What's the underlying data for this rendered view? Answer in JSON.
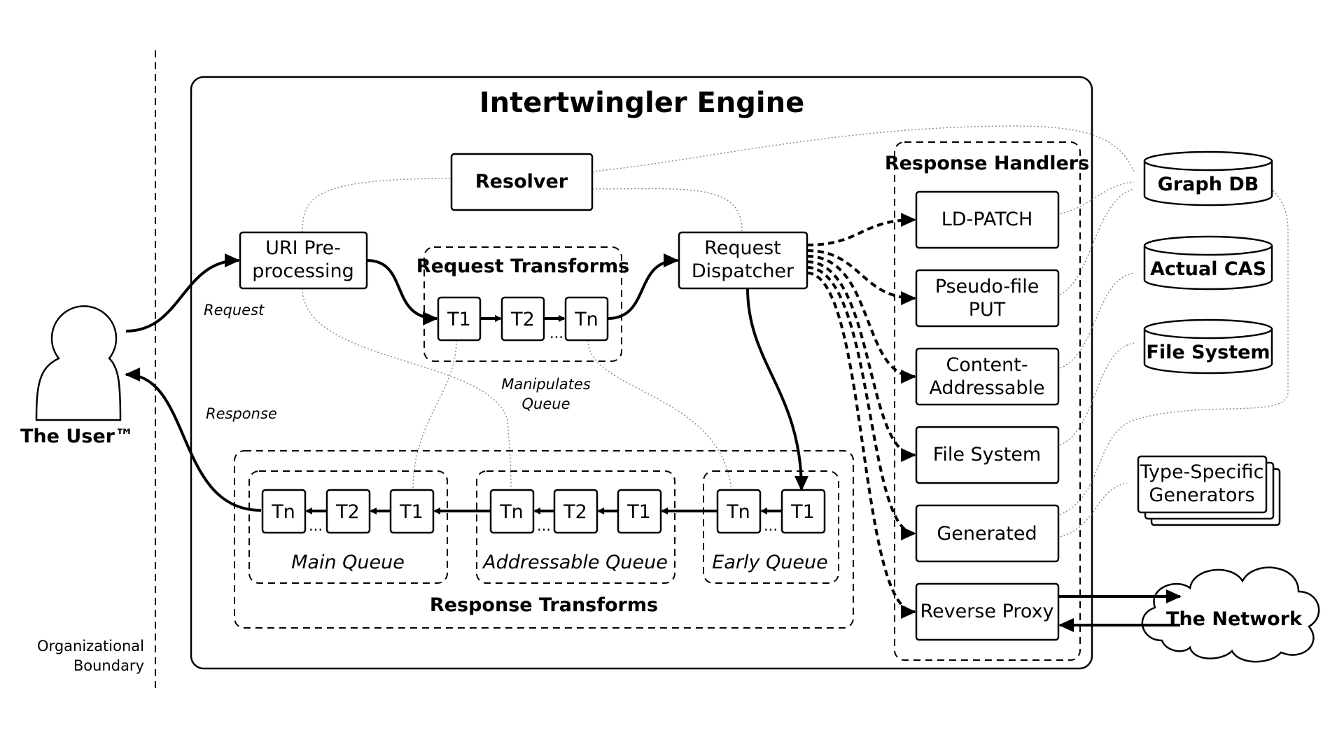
{
  "title": "Intertwingler Engine",
  "user": {
    "label": "The User™"
  },
  "boundary": {
    "line1": "Organizational",
    "line2": "Boundary"
  },
  "flows": {
    "request": "Request",
    "response": "Response",
    "manipulates_1": "Manipulates",
    "manipulates_2": "Queue"
  },
  "resolver": "Resolver",
  "uri_preprocessing": {
    "line1": "URI Pre-",
    "line2": "processing"
  },
  "request_transforms": {
    "label": "Request Transforms",
    "t1": "T1",
    "t2": "T2",
    "tn": "Tn",
    "ellipsis": "..."
  },
  "dispatcher": {
    "line1": "Request",
    "line2": "Dispatcher"
  },
  "response_handlers": {
    "label": "Response Handlers",
    "ld_patch": "LD-PATCH",
    "pseudo_file": {
      "line1": "Pseudo-file",
      "line2": "PUT"
    },
    "content_addressable": {
      "line1": "Content-",
      "line2": "Addressable"
    },
    "file_system": "File System",
    "generated": "Generated",
    "reverse_proxy": "Reverse Proxy"
  },
  "response_transforms": {
    "label": "Response Transforms",
    "main_queue": {
      "label": "Main Queue",
      "tn": "Tn",
      "t2": "T2",
      "t1": "T1",
      "ellipsis": "..."
    },
    "addressable_queue": {
      "label": "Addressable Queue",
      "tn": "Tn",
      "t2": "T2",
      "t1": "T1",
      "ellipsis": "..."
    },
    "early_queue": {
      "label": "Early Queue",
      "tn": "Tn",
      "t1": "T1",
      "ellipsis": "..."
    }
  },
  "stores": {
    "graph_db": "Graph DB",
    "actual_cas": "Actual CAS",
    "file_system": "File System"
  },
  "generators": {
    "line1": "Type-Specific",
    "line2": "Generators"
  },
  "network": "The Network"
}
